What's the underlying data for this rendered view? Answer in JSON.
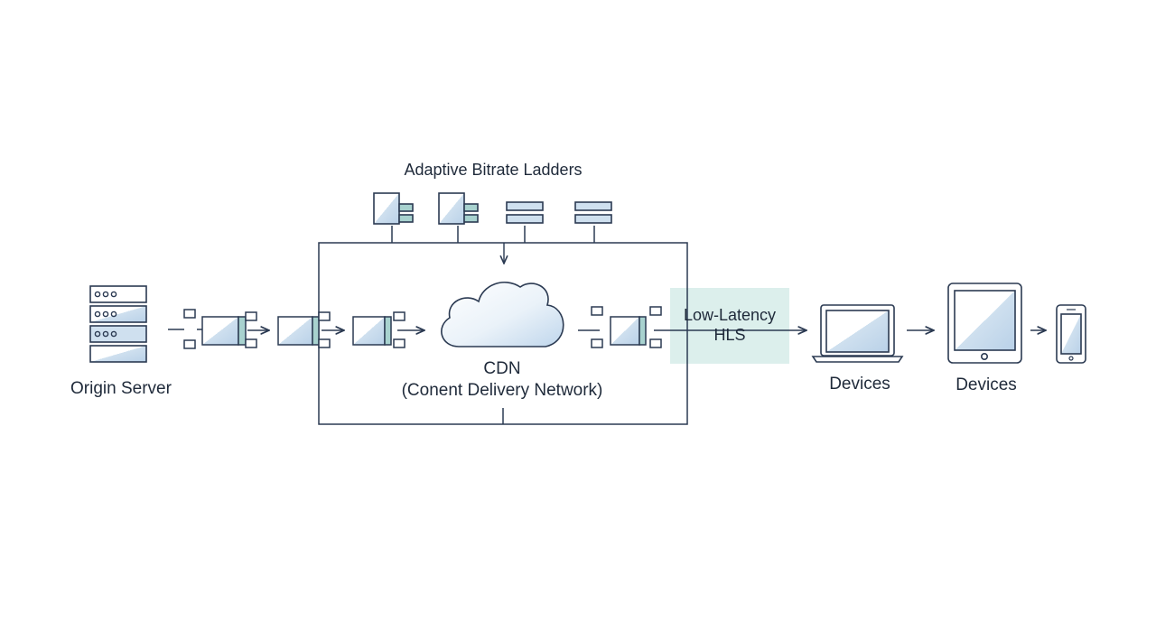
{
  "labels": {
    "adaptive_bitrate": "Adaptive Bitrate Ladders",
    "origin_server": "Origin Server",
    "cdn_title": "CDN",
    "cdn_subtitle": "(Conent Delivery Network)",
    "llhls_line1": "Low-Latency",
    "llhls_line2": "HLS",
    "devices_1": "Devices",
    "devices_2": "Devices"
  },
  "colors": {
    "stroke": "#2b3a52",
    "fill_light_blue": "#cfe0ef",
    "fill_teal": "#a8d2cf",
    "llhls_highlight": "#dcefec"
  },
  "icons": [
    "server-icon",
    "video-segment-icon",
    "cloud-icon",
    "bitrate-ladder-icon",
    "laptop-icon",
    "tablet-icon",
    "phone-icon"
  ]
}
